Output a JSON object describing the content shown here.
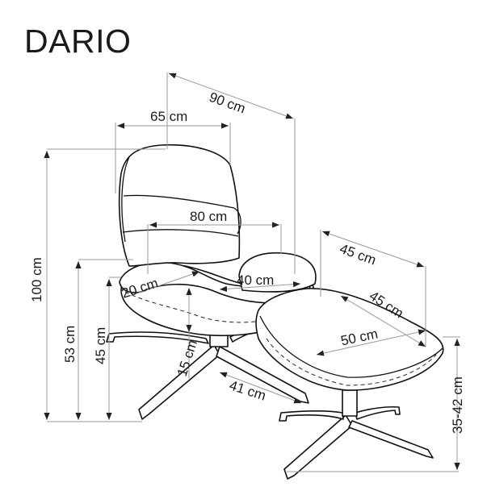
{
  "title": "DARIO",
  "diagram": {
    "type": "furniture-dimension-drawing",
    "items": [
      "armchair",
      "footstool"
    ],
    "dimensions": {
      "chair_depth": "90 cm",
      "chair_width": "65 cm",
      "chair_total_height": "100 cm",
      "chair_armrest_height": "53 cm",
      "chair_seat_height": "45 cm",
      "backrest_inner_width": "80 cm",
      "armrest_width": "20 cm",
      "seat_depth": "40 cm",
      "seat_thickness": "15 cm",
      "base_leg_length": "41 cm",
      "footstool_depth_top": "45 cm",
      "footstool_depth": "45 cm",
      "footstool_width": "50 cm",
      "footstool_height": "35-42 cm"
    }
  }
}
